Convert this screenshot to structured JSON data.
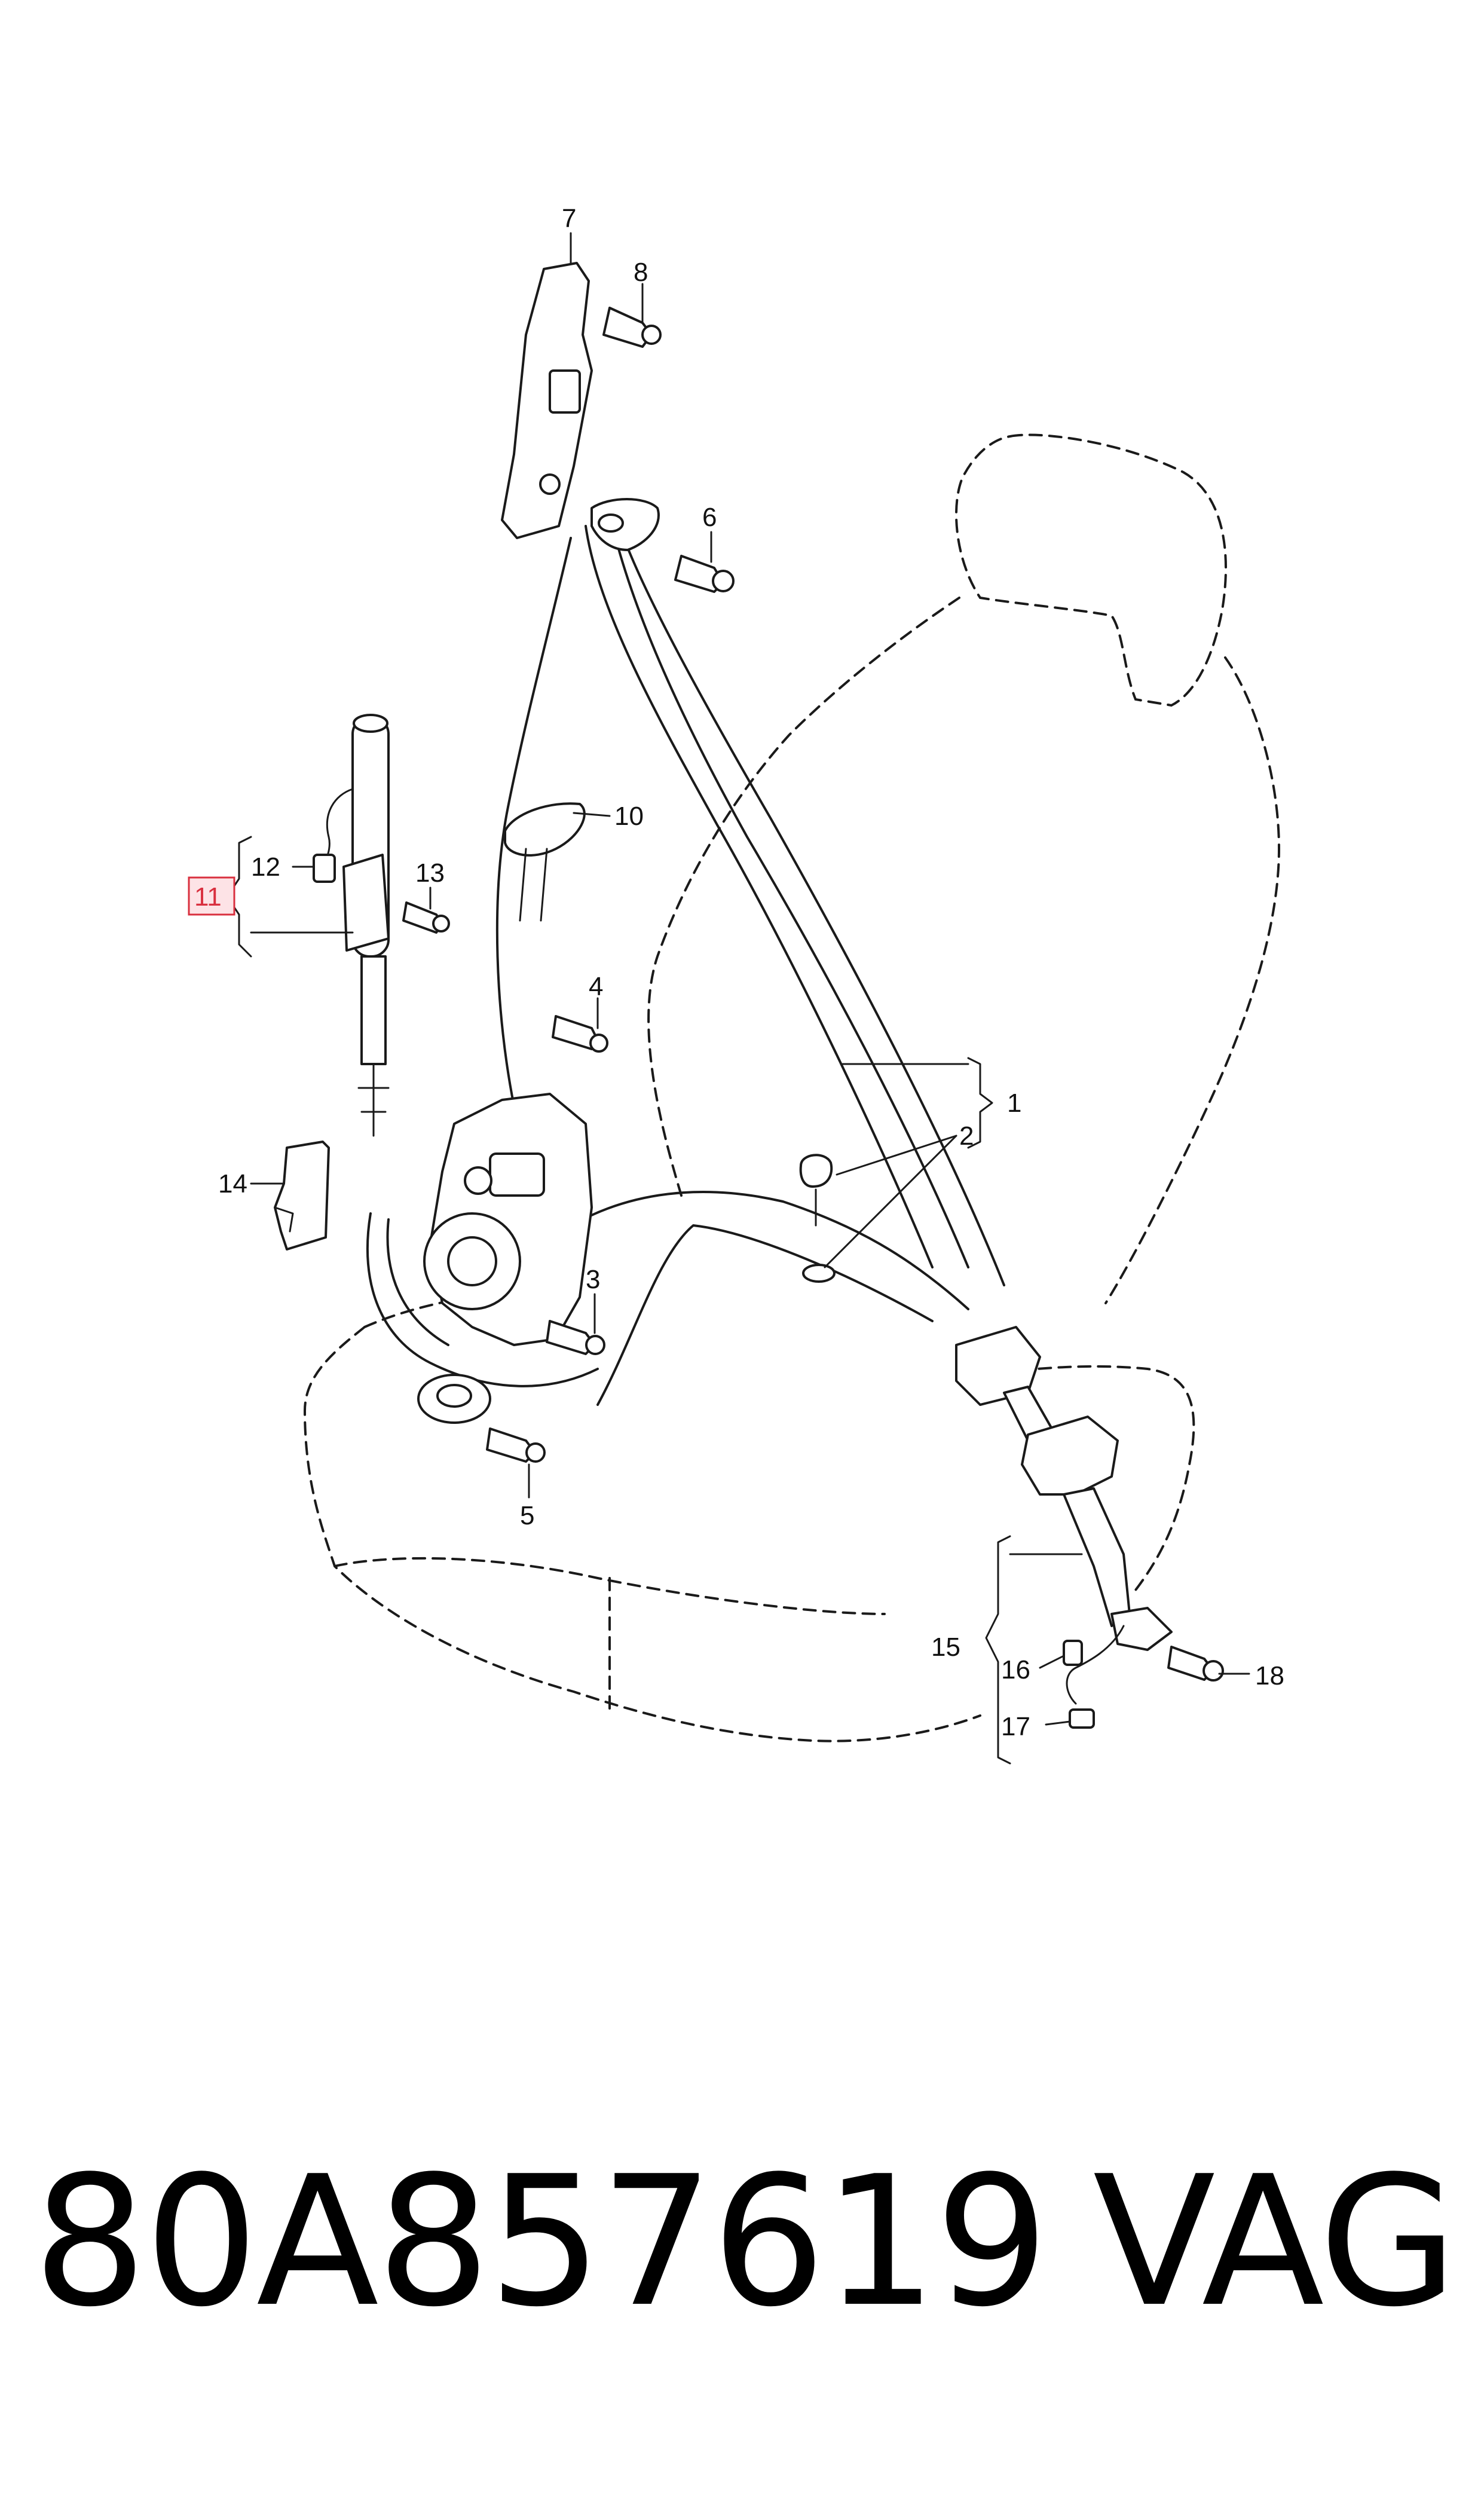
{
  "callouts": {
    "c1": "1",
    "c2": "2",
    "c3": "3",
    "c4": "4",
    "c5": "5",
    "c6": "6",
    "c7": "7",
    "c8": "8",
    "c10": "10",
    "c11": "11",
    "c12": "12",
    "c13": "13",
    "c14": "14",
    "c15": "15",
    "c16": "16",
    "c17": "17",
    "c18": "18"
  },
  "highlighted_callout": "11",
  "highlight_color": "#d9303f",
  "footer": {
    "part_number": "80A857619",
    "brand": "VAG"
  }
}
